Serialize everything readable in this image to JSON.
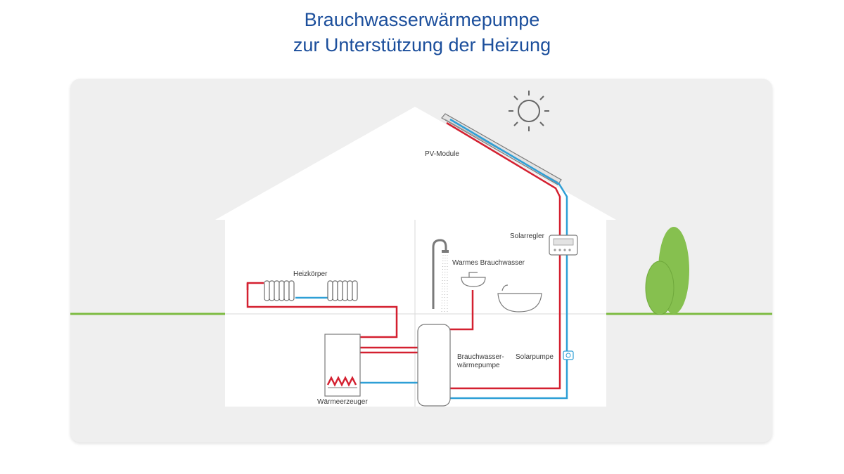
{
  "title": {
    "line1": "Brauchwasserwärmepumpe",
    "line2": "zur Unterstützung der Heizung"
  },
  "labels": {
    "pv_modules": "PV-Module",
    "solar_controller": "Solarregler",
    "warm_water": "Warmes Brauchwasser",
    "radiators": "Heizkörper",
    "hp_line1": "Brauchwasser-",
    "hp_line2": "wärmepumpe",
    "solar_pump": "Solarpumpe",
    "heat_generator": "Wärmeerzeuger"
  },
  "colors": {
    "title": "#1c4f9c",
    "hot_pipe": "#d42030",
    "cold_pipe": "#2e9fd6",
    "house": "#ffffff",
    "background": "#efefef",
    "ground": "#7dbb42",
    "tree": "#86c04f",
    "outline": "#7a7a7a"
  },
  "icons": {
    "sun": "sun-icon",
    "shower": "shower-icon",
    "sink": "sink-icon",
    "bathtub": "bathtub-icon",
    "radiator": "radiator-icon",
    "boiler": "boiler-icon",
    "tank": "water-tank-icon",
    "controller": "solar-controller-icon",
    "pump": "pump-icon",
    "tree": "tree-icon"
  }
}
